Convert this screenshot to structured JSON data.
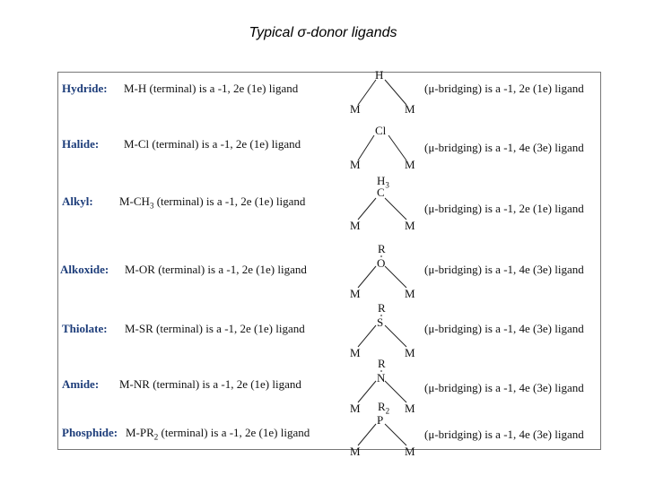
{
  "title": "Typical σ-donor ligands",
  "ligands": [
    {
      "name": "Hydride:",
      "terminal_pre": "M-H (terminal) is a -1, 2e (1e) ligand",
      "terminal_sub": "",
      "terminal_post": "",
      "bridge_atom": "H",
      "sub_pre": "",
      "sub_sub": "",
      "metal_left": "M",
      "metal_right": "M",
      "bridging": "(μ-bridging) is a -1, 2e (1e) ligand"
    },
    {
      "name": "Halide:",
      "terminal_pre": "M-Cl (terminal) is a -1, 2e (1e) ligand",
      "terminal_sub": "",
      "terminal_post": "",
      "bridge_atom": "Cl",
      "sub_pre": "",
      "sub_sub": "",
      "metal_left": "M",
      "metal_right": "M",
      "bridging": "(μ-bridging) is a -1, 4e (3e) ligand"
    },
    {
      "name": "Alkyl:",
      "terminal_pre": "M-CH",
      "terminal_sub": "3",
      "terminal_post": " (terminal) is a -1, 2e (1e) ligand",
      "bridge_atom": "C",
      "sub_pre": "H",
      "sub_sub": "3",
      "metal_left": "M",
      "metal_right": "M",
      "bridging": "(μ-bridging) is a -1, 2e (1e) ligand"
    },
    {
      "name": "Alkoxide:",
      "terminal_pre": "M-OR (terminal) is a -1, 2e (1e) ligand",
      "terminal_sub": "",
      "terminal_post": "",
      "bridge_atom": "O",
      "sub_pre": "R",
      "sub_sub": "",
      "metal_left": "M",
      "metal_right": "M",
      "bridging": "(μ-bridging) is a -1, 4e (3e) ligand"
    },
    {
      "name": "Thiolate:",
      "terminal_pre": "M-SR (terminal) is a -1, 2e (1e) ligand",
      "terminal_sub": "",
      "terminal_post": "",
      "bridge_atom": "S",
      "sub_pre": "R",
      "sub_sub": "",
      "metal_left": "M",
      "metal_right": "M",
      "bridging": "(μ-bridging) is a -1, 4e (3e) ligand"
    },
    {
      "name": "Amide:",
      "terminal_pre": "M-NR (terminal) is a -1, 2e (1e) ligand",
      "terminal_sub": "",
      "terminal_post": "",
      "bridge_atom": "N",
      "sub_pre": "R",
      "sub_sub": "",
      "metal_left": "M",
      "metal_right": "M",
      "bridging": "(μ-bridging) is a -1, 4e (3e) ligand"
    },
    {
      "name": "Phosphide:",
      "terminal_pre": "M-PR",
      "terminal_sub": "2",
      "terminal_post": " (terminal) is a -1, 2e (1e) ligand",
      "bridge_atom": "P",
      "sub_pre": "R",
      "sub_sub": "2",
      "metal_left": "M",
      "metal_right": "M",
      "bridging": "(μ-bridging) is a -1, 4e (3e) ligand"
    }
  ]
}
